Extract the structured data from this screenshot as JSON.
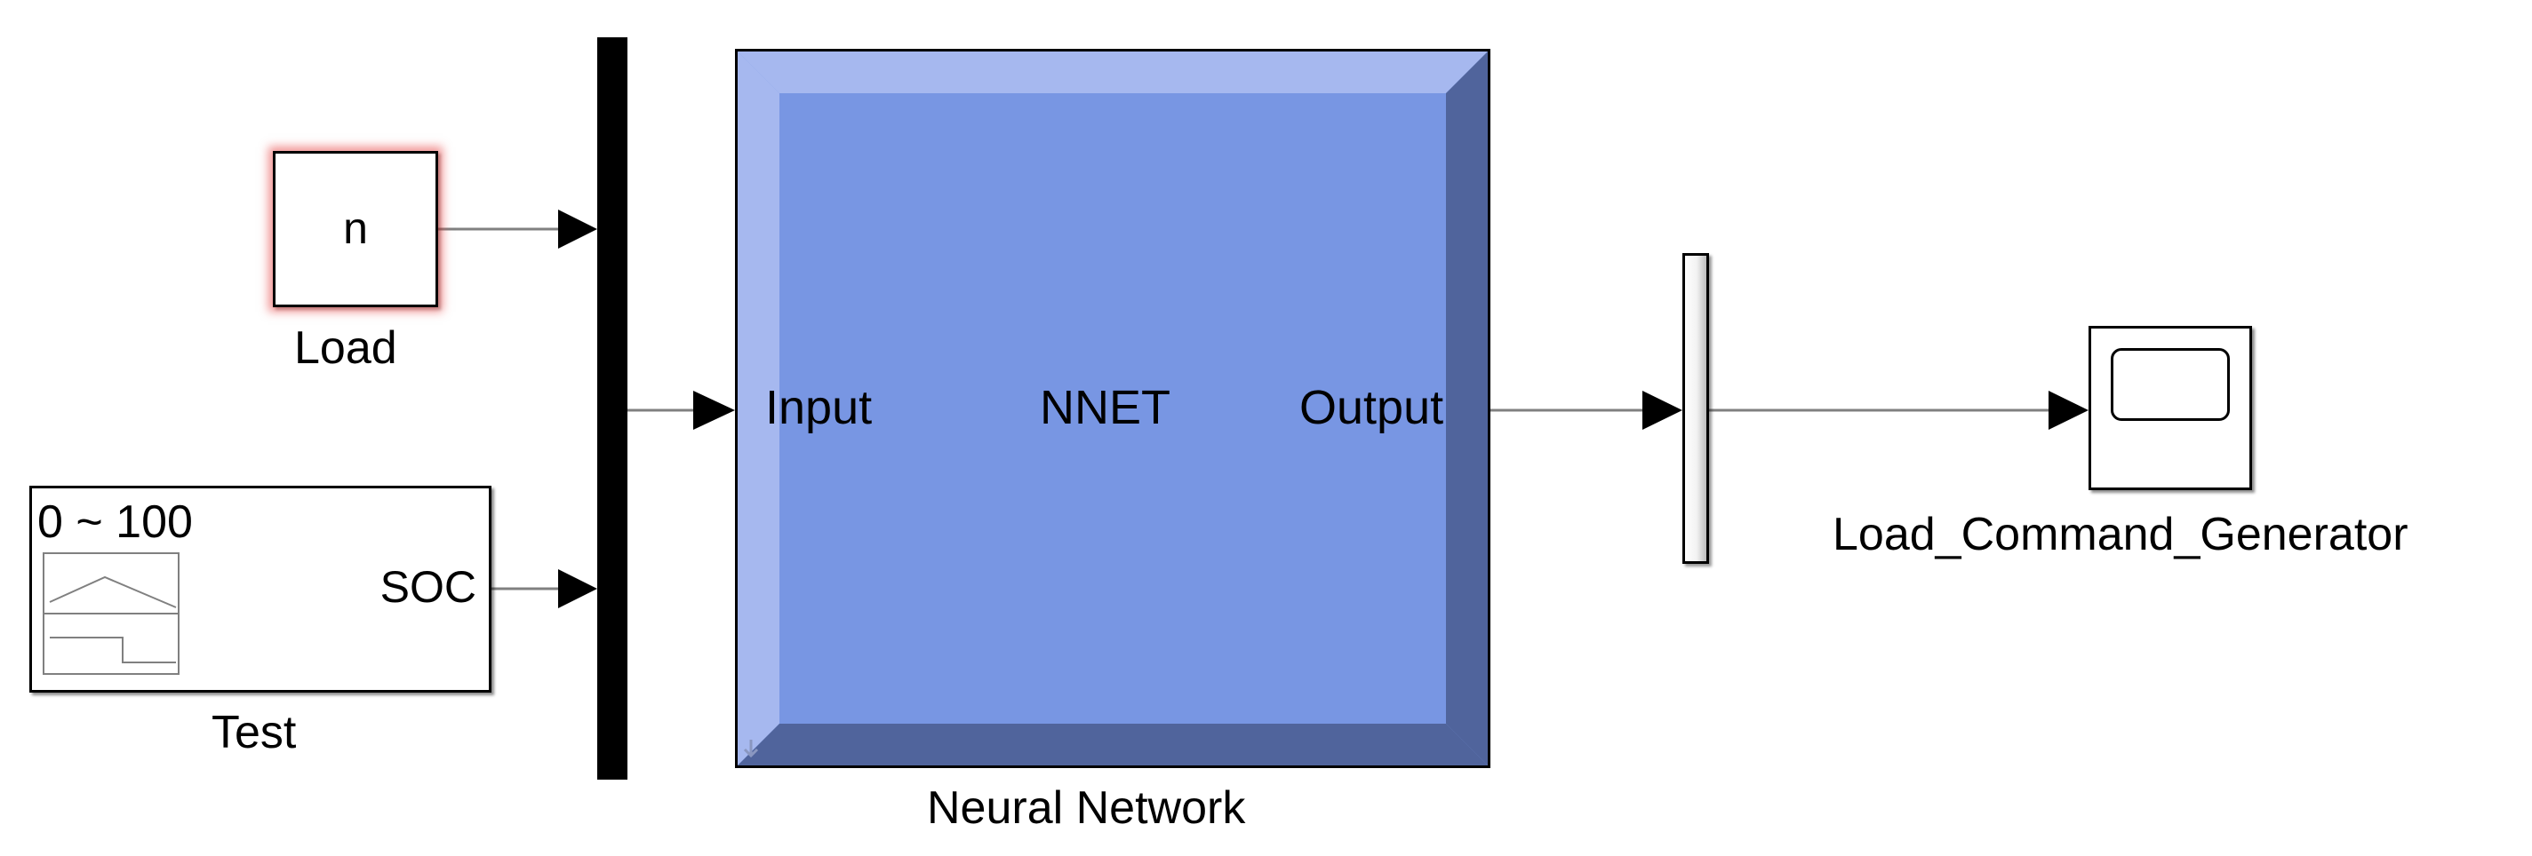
{
  "blocks": {
    "load": {
      "text": "n",
      "label": "Load"
    },
    "test": {
      "range": "0 ~ 100",
      "port": "SOC",
      "label": "Test"
    },
    "neural_network": {
      "input_port": "Input",
      "title": "NNET",
      "output_port": "Output",
      "label": "Neural Network"
    },
    "scope": {
      "label": "Load_Command_Generator"
    }
  },
  "colors": {
    "nn_face": "#7896e3",
    "nn_bevel_light": "#a6b8ef",
    "nn_bevel_dark": "#50649c",
    "load_highlight": "#e63c3c",
    "wire": "#808080"
  }
}
